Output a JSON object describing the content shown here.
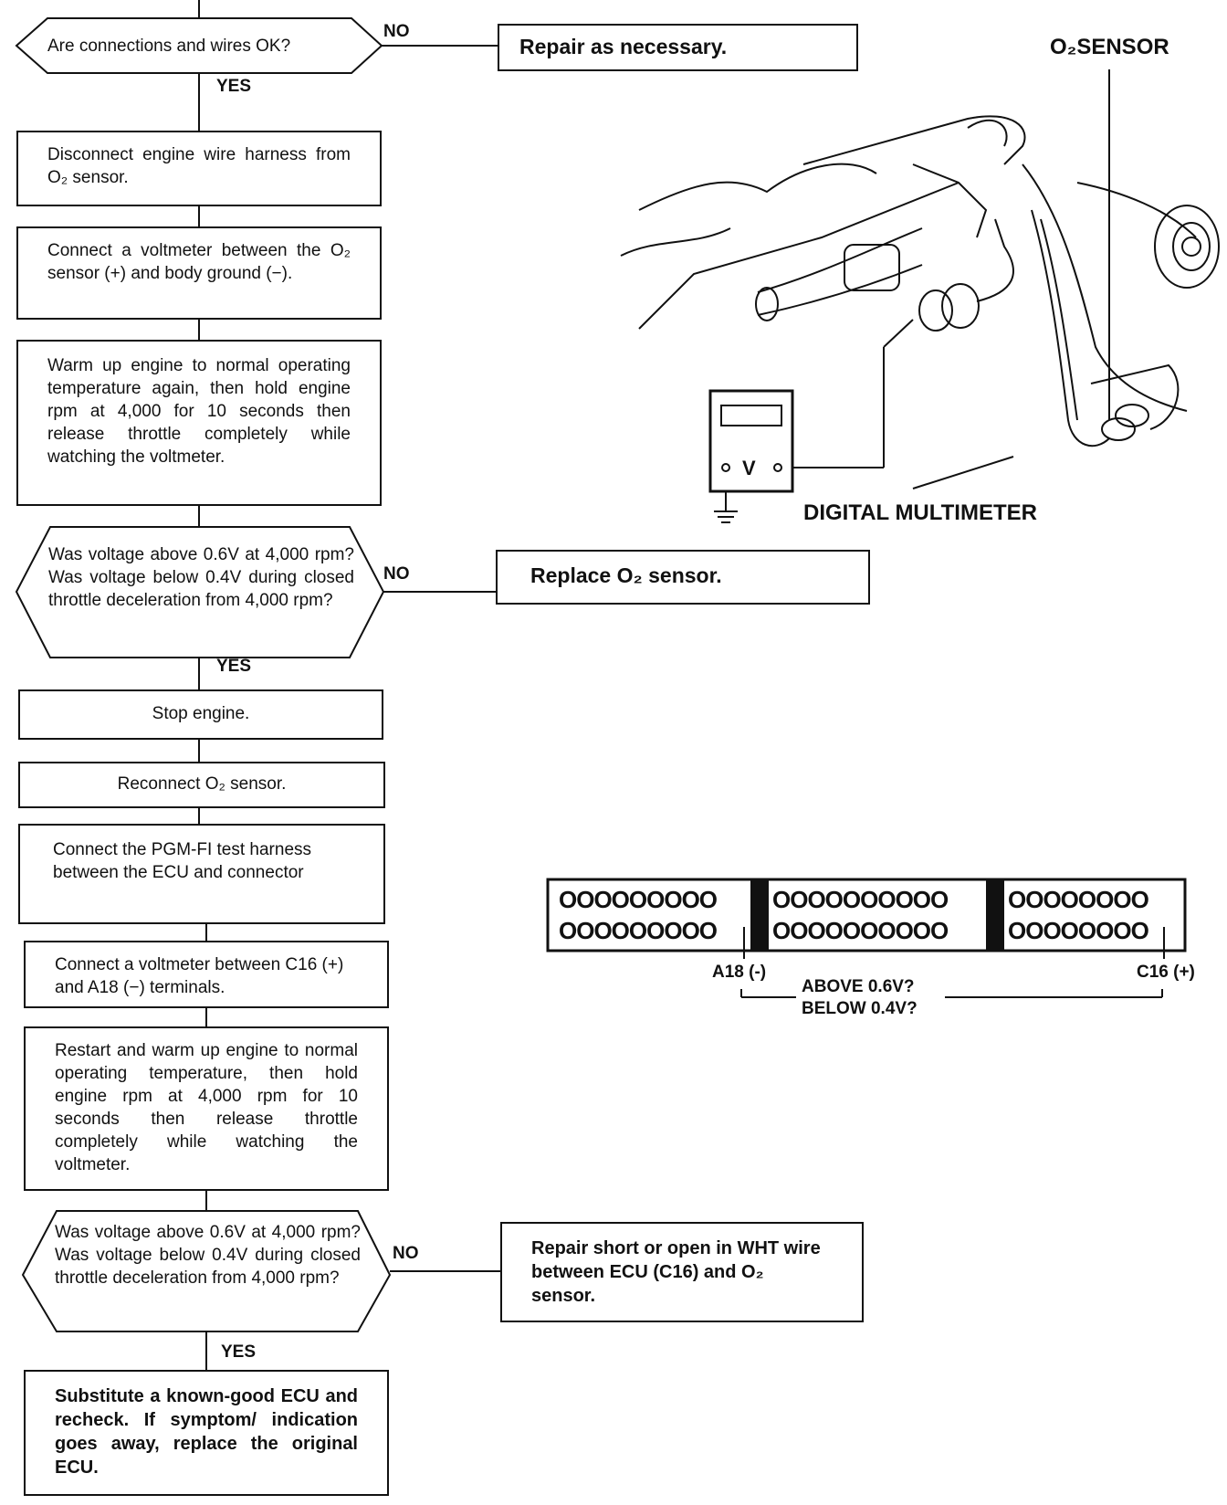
{
  "flow": {
    "decision1": "Are connections and wires OK?",
    "d1_no": "NO",
    "d1_yes": "YES",
    "repair1": "Repair as necessary.",
    "step_disconnect": "Disconnect engine wire harness from O₂ sensor.",
    "step_connect_vm": "Connect a voltmeter between the O₂ sensor (+) and body ground (−).",
    "step_warm": "Warm up engine to normal operating temperature again, then hold engine rpm at 4,000 for 10 seconds then release throttle completely while watching the voltmeter.",
    "decision2": "Was voltage above 0.6V at 4,000 rpm? Was voltage below 0.4V during closed throttle deceleration from 4,000 rpm?",
    "d2_no": "NO",
    "d2_yes": "YES",
    "replace_o2": "Replace O₂ sensor.",
    "stop_engine": "Stop engine.",
    "reconnect": "Reconnect O₂ sensor.",
    "connect_harness": "Connect the PGM-FI test harness between the ECU and connector",
    "connect_c16": "Connect a voltmeter between C16 (+) and A18 (−) terminals.",
    "restart": "Restart and warm up engine to normal operating temperature, then hold engine rpm at 4,000 rpm for 10 seconds then release throttle completely while watching the voltmeter.",
    "decision3": "Was voltage above 0.6V at 4,000 rpm? Was voltage below 0.4V during closed throttle deceleration from 4,000 rpm?",
    "d3_no": "NO",
    "d3_yes": "YES",
    "repair_wht": "Repair short or open in WHT wire between ECU (C16) and O₂ sensor.",
    "substitute": "Substitute a known-good ECU and recheck. If symptom/ indication goes away, replace the original ECU."
  },
  "illustration": {
    "o2_label": "O₂SENSOR",
    "meter_label": "DIGITAL MULTIMETER",
    "meter_symbol": "V"
  },
  "connector": {
    "block1_row": "OOOOOOOOO",
    "block2_row": "OOOOOOOOOO",
    "block3_row": "OOOOOOOO",
    "left_term": "A18 (-)",
    "right_term": "C16 (+)",
    "above": "ABOVE 0.6V?",
    "below": "BELOW 0.4V?"
  }
}
